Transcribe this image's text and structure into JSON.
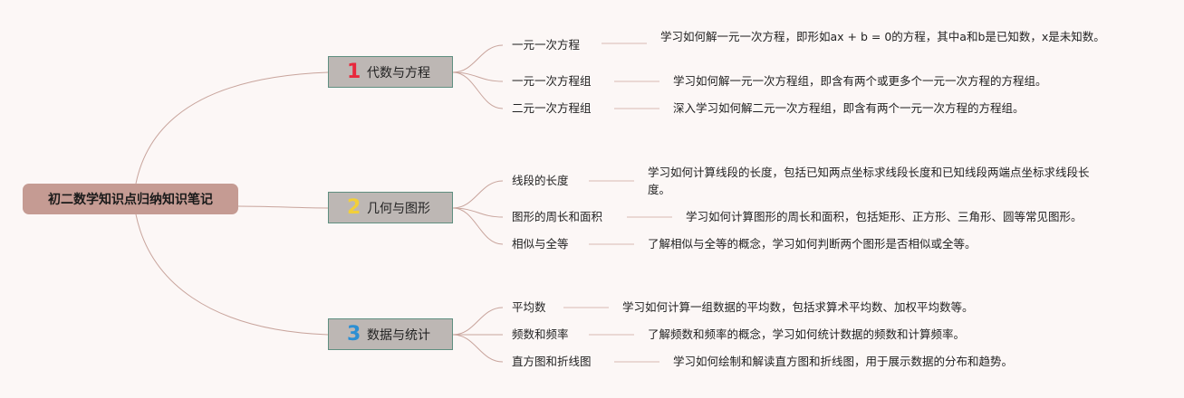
{
  "root": {
    "label": "初二数学知识点归纳知识笔记"
  },
  "branches": [
    {
      "number": "1",
      "color": "#e8283c",
      "label": "代数与方程",
      "items": [
        {
          "label": "一元一次方程",
          "desc": "学习如何解一元一次方程，即形如ax + b = 0的方程，其中a和b是已知数，x是未知数。"
        },
        {
          "label": "一元一次方程组",
          "desc": "学习如何解一元一次方程组，即含有两个或更多个一元一次方程的方程组。"
        },
        {
          "label": "二元一次方程组",
          "desc": "深入学习如何解二元一次方程组，即含有两个一元一次方程的方程组。"
        }
      ]
    },
    {
      "number": "2",
      "color": "#f2cf3a",
      "label": "几何与图形",
      "items": [
        {
          "label": "线段的长度",
          "desc": "学习如何计算线段的长度，包括已知两点坐标求线段长度和已知线段两端点坐标求线段长度。"
        },
        {
          "label": "图形的周长和面积",
          "desc": "学习如何计算图形的周长和面积，包括矩形、正方形、三角形、圆等常见图形。"
        },
        {
          "label": "相似与全等",
          "desc": "了解相似与全等的概念，学习如何判断两个图形是否相似或全等。"
        }
      ]
    },
    {
      "number": "3",
      "color": "#2c8fd3",
      "label": "数据与统计",
      "items": [
        {
          "label": "平均数",
          "desc": "学习如何计算一组数据的平均数，包括求算术平均数、加权平均数等。"
        },
        {
          "label": "频数和频率",
          "desc": "了解频数和频率的概念，学习如何统计数据的频数和计算频率。"
        },
        {
          "label": "直方图和折线图",
          "desc": "学习如何绘制和解读直方图和折线图，用于展示数据的分布和趋势。"
        }
      ]
    }
  ]
}
